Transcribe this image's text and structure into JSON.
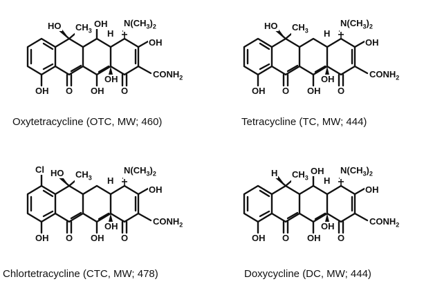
{
  "compounds": [
    {
      "caption": "Oxytetracycline (OTC,  MW; 460)",
      "labels": {
        "c6_oh": "HO",
        "c6_me": "CH",
        "c6_me_sub": "3",
        "c5_oh": "OH",
        "c5a_h": "H",
        "n": "N(CH",
        "n_sub": "3",
        "n_close": ")",
        "n_sub2": "2",
        "c3_oh": "OH",
        "amide": "CONH",
        "amide_sub": "2",
        "c10_oh": "OH",
        "c11_o": "O",
        "c12_oh": "OH",
        "c12a_oh": "OH",
        "c1_o": "O"
      }
    },
    {
      "caption": "Tetracycline (TC,  MW; 444)",
      "labels": {
        "c6_oh": "HO",
        "c6_me": "CH",
        "c6_me_sub": "3",
        "c5a_h": "H",
        "n": "N(CH",
        "n_sub": "3",
        "n_close": ")",
        "n_sub2": "2",
        "c3_oh": "OH",
        "amide": "CONH",
        "amide_sub": "2",
        "c10_oh": "OH",
        "c11_o": "O",
        "c12_oh": "OH",
        "c12a_oh": "OH",
        "c1_o": "O"
      }
    },
    {
      "caption": "Chlortetracycline (CTC,  MW; 478)",
      "labels": {
        "cl": "Cl",
        "c6_oh": "HO",
        "c6_me": "CH",
        "c6_me_sub": "3",
        "c5a_h": "H",
        "n": "N(CH",
        "n_sub": "3",
        "n_close": ")",
        "n_sub2": "2",
        "c3_oh": "OH",
        "amide": "CONH",
        "amide_sub": "2",
        "c10_oh": "OH",
        "c11_o": "O",
        "c12_oh": "OH",
        "c12a_oh": "OH",
        "c1_o": "O"
      }
    },
    {
      "caption": "Doxycycline (DC,  MW; 444)",
      "labels": {
        "c6_h": "H",
        "c6_me": "CH",
        "c6_me_sub": "3",
        "c5_oh": "OH",
        "c5a_h": "H",
        "n": "N(CH",
        "n_sub": "3",
        "n_close": ")",
        "n_sub2": "2",
        "c3_oh": "OH",
        "amide": "CONH",
        "amide_sub": "2",
        "c10_oh": "OH",
        "c11_o": "O",
        "c12_oh": "OH",
        "c12a_oh": "OH",
        "c1_o": "O"
      }
    }
  ]
}
